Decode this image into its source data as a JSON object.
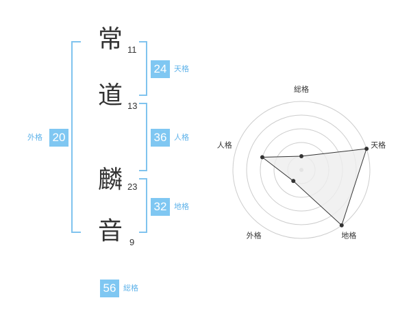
{
  "name": {
    "chars": [
      {
        "char": "常",
        "strokes": "11"
      },
      {
        "char": "道",
        "strokes": "13"
      },
      {
        "char": "麟",
        "strokes": "23"
      },
      {
        "char": "音",
        "strokes": "9"
      }
    ]
  },
  "kakusu": {
    "tenkaku": {
      "value": "24",
      "label": "天格"
    },
    "jinkaku": {
      "value": "36",
      "label": "人格"
    },
    "chikaku": {
      "value": "32",
      "label": "地格"
    },
    "gaikaku": {
      "value": "20",
      "label": "外格"
    },
    "soukaku": {
      "value": "56",
      "label": "総格"
    }
  },
  "chart_data": {
    "type": "radar",
    "axes": [
      "総格",
      "天格",
      "地格",
      "外格",
      "人格"
    ],
    "levels": 5,
    "values": [
      1,
      5,
      5,
      1,
      3
    ],
    "max": 5,
    "colors": {
      "fill": "#eeeeee",
      "line": "#333333",
      "grid": "#cccccc",
      "center": "#bbbbbb"
    }
  }
}
